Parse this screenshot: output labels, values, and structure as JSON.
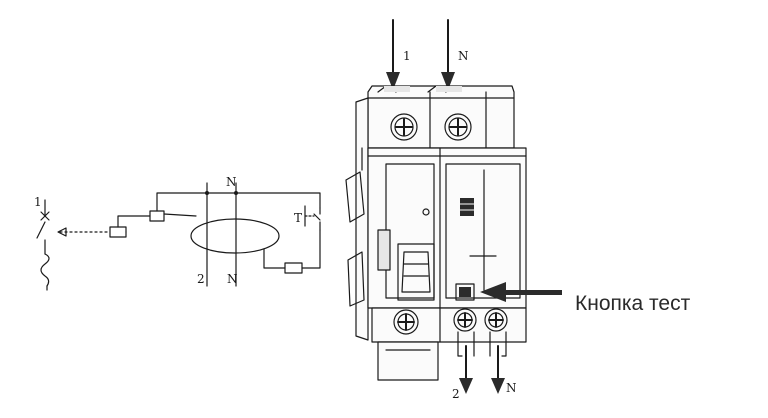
{
  "schematic": {
    "label_line_in": "1",
    "label_neutral_top": "N",
    "label_line_out": "2",
    "label_neutral_bottom": "N",
    "test_symbol": "T"
  },
  "device": {
    "terminal_in_line": "1",
    "terminal_in_neutral": "N",
    "terminal_out_line": "2",
    "terminal_out_neutral": "N",
    "test_button_caption": "Кнопка тест"
  }
}
